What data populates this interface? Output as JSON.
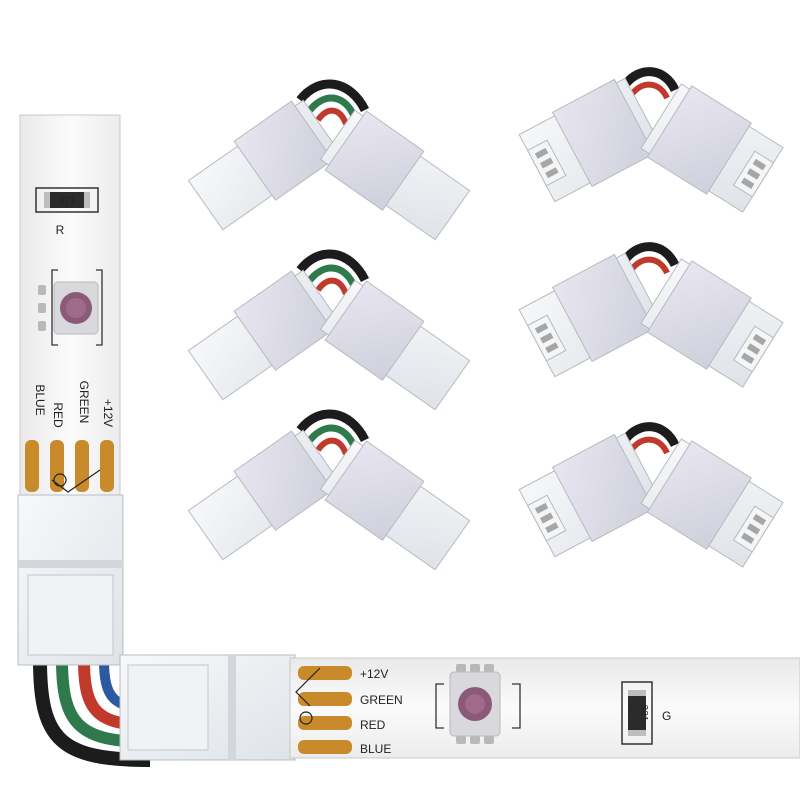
{
  "vertical_strip": {
    "resistor_code": "471",
    "resistor_label": "R",
    "pad_labels": [
      "BLUE",
      "RED",
      "GREEN",
      "+12V"
    ]
  },
  "horizontal_strip": {
    "pad_labels": [
      "+12V",
      "GREEN",
      "RED",
      "BLUE"
    ],
    "resistor_code": "331",
    "resistor_label": "G"
  },
  "connectors": {
    "left_column_count": 3,
    "right_column_count": 3
  },
  "colors": {
    "strip_pcb": "#f4f4f4",
    "copper_pad": "#c98a2b",
    "connector_body": "#e9ecef",
    "wire_black": "#1c1c1c",
    "wire_green": "#2f7a4d",
    "wire_red": "#c0392b",
    "wire_blue": "#2c5aa0"
  }
}
